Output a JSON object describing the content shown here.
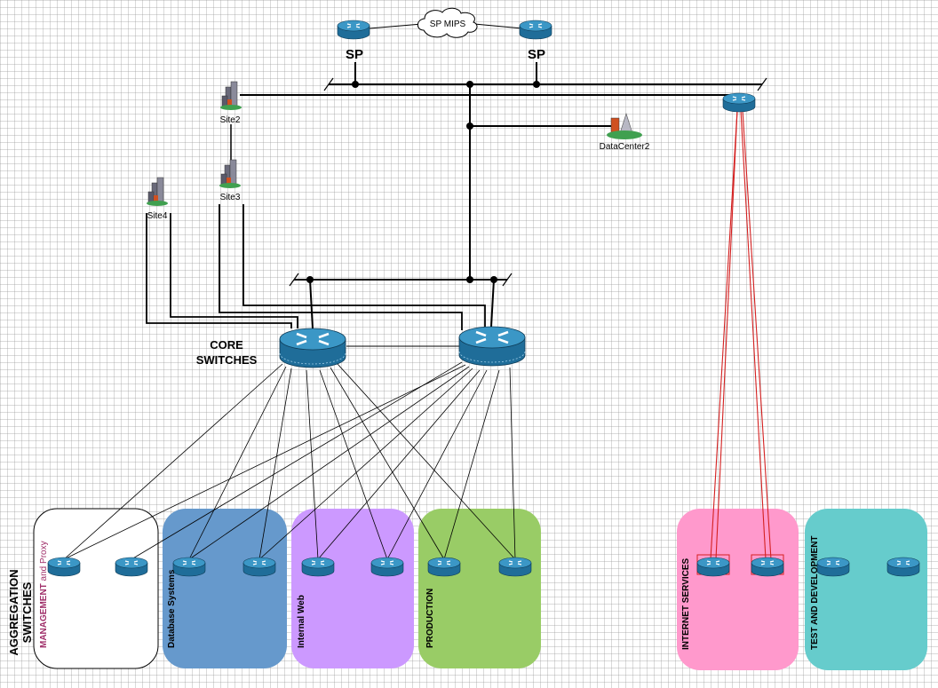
{
  "cloud_label": "SP MIPS",
  "sp_router_labels": [
    "SP",
    "SP"
  ],
  "sites": {
    "site2": "Site2",
    "site3": "Site3",
    "site4": "Site4",
    "datacenter2": "DataCenter2"
  },
  "core_heading": [
    "CORE",
    "SWITCHES"
  ],
  "aggregation_heading": [
    "AGGREGATION",
    "SWITCHES"
  ],
  "zones": {
    "management": {
      "label_main": "MANAGEMENT",
      "label_suffix": " and Proxy",
      "fill": "#ffffff",
      "text_color": "#a0306a"
    },
    "database": {
      "label": "Database Systems",
      "fill": "#6699cc"
    },
    "internal_web": {
      "label": "Internal Web",
      "fill": "#cc99ff"
    },
    "production": {
      "label": "PRODUCTION",
      "fill": "#99cc66"
    },
    "internet": {
      "label": "INTERNET SERVICES",
      "fill": "#ff99cc"
    },
    "testdev": {
      "label": "TEST AND DEVELOPMENT",
      "fill": "#66cccc"
    }
  },
  "colors": {
    "router_top": "#3b97c6",
    "router_side": "#1f6d99",
    "internet_link": "#d42020",
    "link": "#000000"
  },
  "icons": [
    "router-icon",
    "cloud-icon",
    "building-icon",
    "datacenter-icon"
  ]
}
